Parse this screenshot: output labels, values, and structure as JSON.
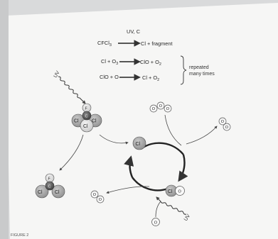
{
  "reactions": {
    "r1": {
      "above_arrow": "UV, C",
      "left": "CFCl3",
      "left_main": "CFCl",
      "left_sub": "3",
      "right": "Cl + fragment"
    },
    "r2": {
      "left_a": "Cl + O",
      "left_sub": "3",
      "right_a": "ClO + O",
      "right_sub": "2"
    },
    "r3": {
      "left": "ClO + O",
      "right_a": "Cl + O",
      "right_sub": "2"
    },
    "bracket_label_line1": "repeated",
    "bracket_label_line2": "many times"
  },
  "labels": {
    "uv_top": "UV",
    "uv_bottom": "UV"
  },
  "atoms": {
    "F": "F",
    "C": "C",
    "Cl": "Cl",
    "O": "O"
  },
  "footer": "FIGURE 2"
}
